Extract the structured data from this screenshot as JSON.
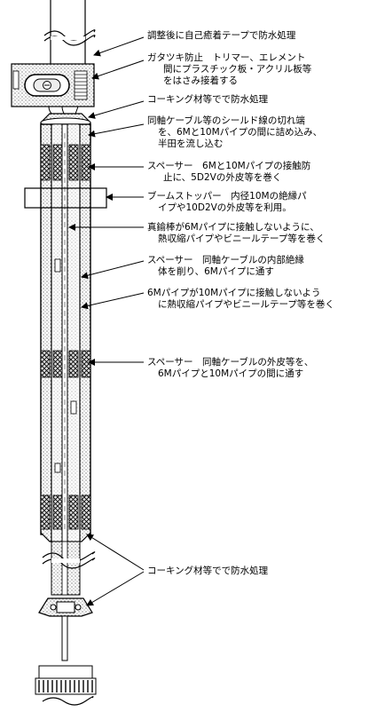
{
  "annotations": [
    {
      "id": "n1",
      "lines": [
        "調整後に自己癒着テープで防水処理"
      ]
    },
    {
      "id": "n2",
      "lines": [
        "ガタツキ防止　トリマー、エレメント",
        "間にプラスチック板・アクリル板等",
        "をはさみ接着する"
      ]
    },
    {
      "id": "n3",
      "lines": [
        "コーキング材等でで防水処理"
      ]
    },
    {
      "id": "n4",
      "lines": [
        "同軸ケーブル等のシールド線の切れ端",
        "を、6Mと10Mパイプの間に詰め込み、",
        "半田を流し込む"
      ]
    },
    {
      "id": "n5",
      "lines": [
        "スペーサー　6Mと10Mパイプの接触防",
        "止に、5D2Vの外皮等を巻く"
      ]
    },
    {
      "id": "n6",
      "lines": [
        "ブームストッパー　内径10Mの絶縁パ",
        "イプや10D2Vの外皮等を利用。"
      ]
    },
    {
      "id": "n7",
      "lines": [
        "真鍮棒が6Mパイプに接触しないように、",
        "熱収縮パイプやビニールテープ等を巻く"
      ]
    },
    {
      "id": "n8",
      "lines": [
        "スペーサー　同軸ケーブルの内部絶縁",
        "体を削り、6Mパイプに通す"
      ]
    },
    {
      "id": "n9",
      "lines": [
        "6Mパイプが10Mパイプに接触しないよう",
        "に熱収縮パイプやビニールテープ等を巻く"
      ]
    },
    {
      "id": "n10",
      "lines": [
        "スペーサー　同軸ケーブルの外皮等を、",
        "6Mパイプと10Mパイプの間に通す"
      ]
    },
    {
      "id": "n11",
      "lines": [
        "コーキング材等でで防水処理"
      ]
    }
  ]
}
